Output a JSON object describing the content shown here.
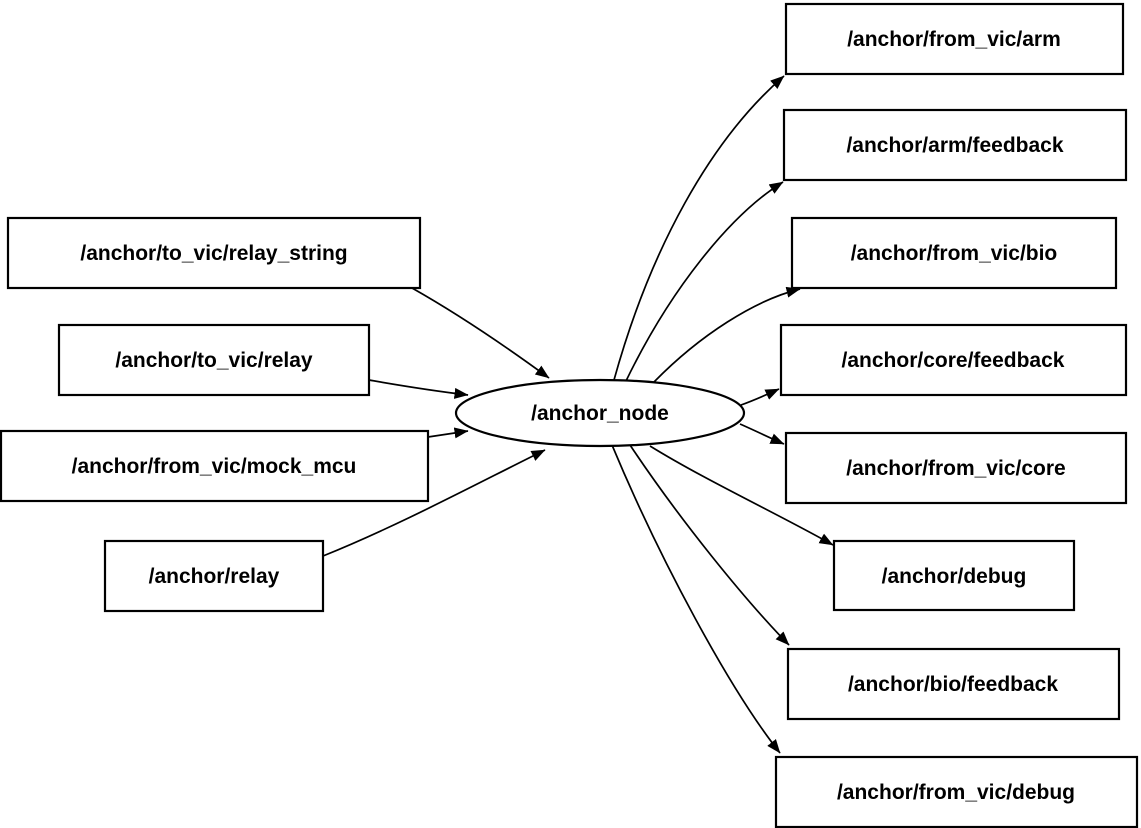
{
  "graph": {
    "center_node": {
      "label": "/anchor_node"
    },
    "input_topics": [
      {
        "label": "/anchor/to_vic/relay_string"
      },
      {
        "label": "/anchor/to_vic/relay"
      },
      {
        "label": "/anchor/from_vic/mock_mcu"
      },
      {
        "label": "/anchor/relay"
      }
    ],
    "output_topics": [
      {
        "label": "/anchor/from_vic/arm"
      },
      {
        "label": "/anchor/arm/feedback"
      },
      {
        "label": "/anchor/from_vic/bio"
      },
      {
        "label": "/anchor/core/feedback"
      },
      {
        "label": "/anchor/from_vic/core"
      },
      {
        "label": "/anchor/debug"
      },
      {
        "label": "/anchor/bio/feedback"
      },
      {
        "label": "/anchor/from_vic/debug"
      }
    ]
  },
  "colors": {
    "background": "#ffffff",
    "node_fill": "#ffffff",
    "node_stroke": "#000000",
    "edge": "#000000",
    "text": "#000000"
  }
}
